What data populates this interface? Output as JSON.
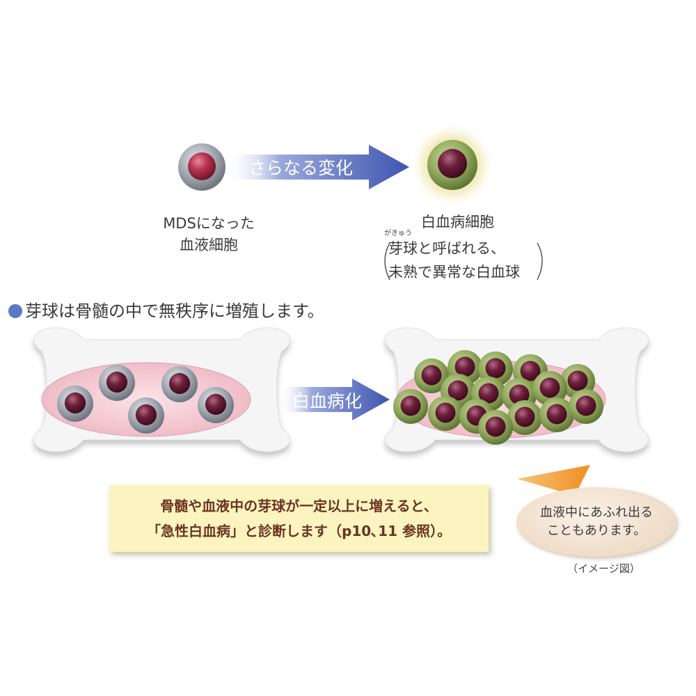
{
  "top_row": {
    "arrow_label": "さらなる変化",
    "mds_cell_label": [
      "MDSになった",
      "血液細胞"
    ],
    "leukemia_cell_label": "白血病細胞",
    "leukemia_ruby": "がきゅう",
    "leukemia_desc": [
      "芽球と呼ばれる、",
      "未熟で異常な白血球"
    ]
  },
  "heading": "芽球は骨髄の中で無秩序に増殖します。",
  "middle_row": {
    "arrow_label": "白血病化"
  },
  "note_box": {
    "lines": [
      "骨髄や血液中の芽球が一定以上に増えると、",
      "「急性白血病」と診断します（p10､11 参照）。"
    ]
  },
  "overflow_bubble": {
    "lines": [
      "血液中にあふれ出る",
      "こともあります。"
    ]
  },
  "caption": "（イメージ図）",
  "colors": {
    "arrow_blue": "#4e63b8",
    "heading_dot": "#5b78c6",
    "marrow_pink": "#f3c4ce",
    "mds_cell_ring": "#8c949c",
    "blast_ring": "#8ea55a",
    "nucleus": "#6a1a36",
    "pointer_orange": "#f2a03a"
  }
}
